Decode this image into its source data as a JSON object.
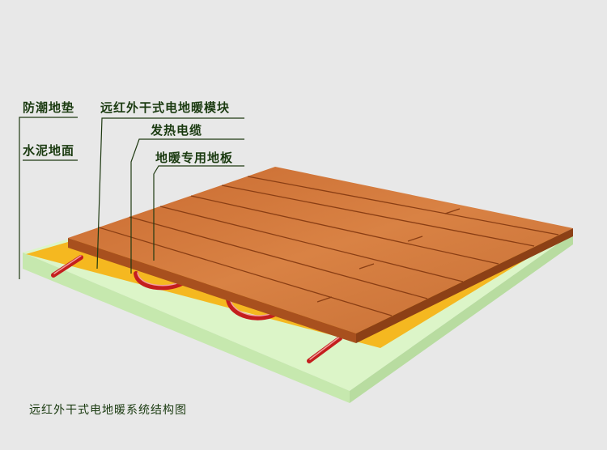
{
  "labels": {
    "moisture_pad": "防潮地垫",
    "cement_floor": "水泥地面",
    "heating_module": "远红外干式电地暖模块",
    "heating_cable": "发热电缆",
    "floor_board": "地暖专用地板"
  },
  "caption": "远红外干式电地暖系统结构图",
  "colors": {
    "background": "#e8e8e8",
    "cement_top": "#dcf5c8",
    "cement_side": "#c8e6b0",
    "pad_yellow": "#f5b820",
    "wood": "#d4783c",
    "wood_dark": "#a8501e",
    "cable_red": "#c41e1e",
    "leader_line": "#1f3a12"
  }
}
